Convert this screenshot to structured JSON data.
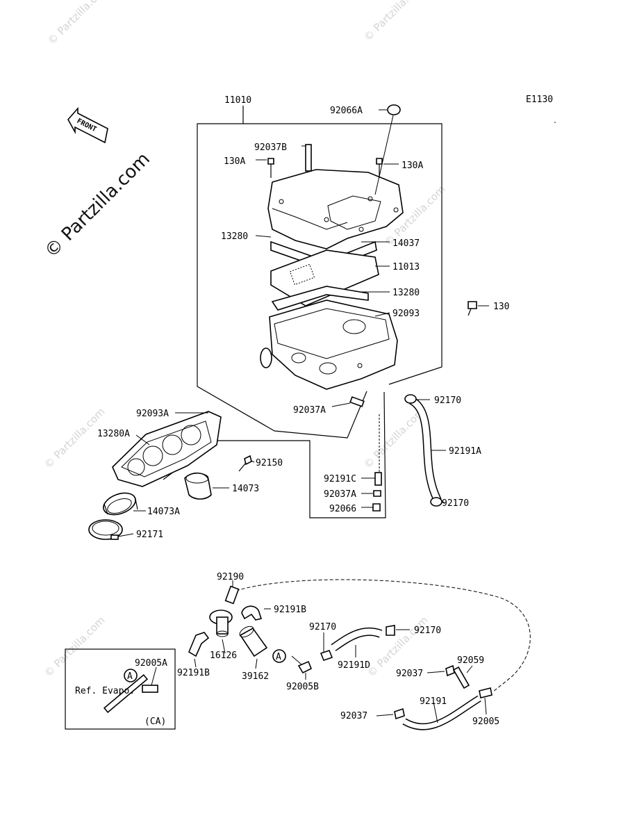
{
  "diagram_code": "E1130",
  "front_label": "FRONT",
  "watermark": "© Partzilla.com",
  "callouts": {
    "p11010": "11010",
    "p92066A": "92066A",
    "p92037B": "92037B",
    "p130A_left": "130A",
    "p130A_right": "130A",
    "p13280_top": "13280",
    "p14037": "14037",
    "p11013": "11013",
    "p13280_mid": "13280",
    "p92093": "92093",
    "p130": "130",
    "p92170_a": "92170",
    "p92037A_a": "92037A",
    "p92093A": "92093A",
    "p13280A": "13280A",
    "p92150": "92150",
    "p92191A": "92191A",
    "p14073": "14073",
    "p92191C": "92191C",
    "p92037A_b": "92037A",
    "p92066": "92066",
    "p92170_b": "92170",
    "p14073A": "14073A",
    "p92171": "92171",
    "p92190": "92190",
    "p92191B_a": "92191B",
    "p92170_c": "92170",
    "p92170_d": "92170",
    "p92005A": "92005A",
    "p16126": "16126",
    "p92191B_b": "92191B",
    "p39162": "39162",
    "p92191D": "92191D",
    "p92059": "92059",
    "p92037_a": "92037",
    "p92005B": "92005B",
    "p92191": "92191",
    "p92037_b": "92037",
    "p92005": "92005"
  },
  "inset": {
    "ref_label": "Ref. Evapo.",
    "region_label": "(CA)",
    "marker": "A"
  },
  "connector_marker": "A"
}
